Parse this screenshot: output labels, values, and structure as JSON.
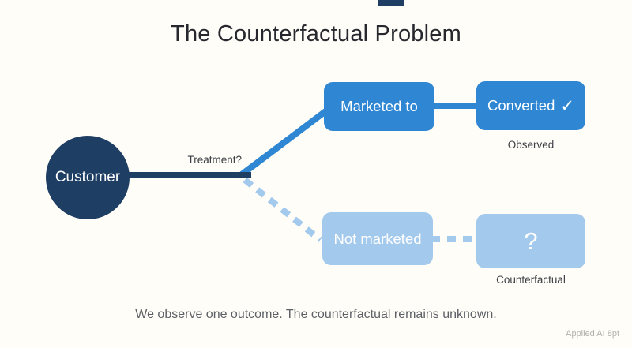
{
  "page": {
    "background_color": "#fffdf8",
    "accent_navy": "#1f3e64",
    "accent_blue": "#2f87d3",
    "accent_light_blue": "#a3c9ec"
  },
  "title": "The Counterfactual Problem",
  "diagram": {
    "customer_label": "Customer",
    "treatment_label": "Treatment?",
    "observed_branch": {
      "node1_label": "Marketed to",
      "node2_label": "Converted",
      "check_icon": "✓",
      "caption": "Observed"
    },
    "counterfactual_branch": {
      "node1_label": "Not marketed",
      "node2_label": "?",
      "caption": "Counterfactual"
    }
  },
  "footer": {
    "caption": "We observe one outcome. The counterfactual remains unknown.",
    "watermark": "Applied AI 8pt"
  }
}
